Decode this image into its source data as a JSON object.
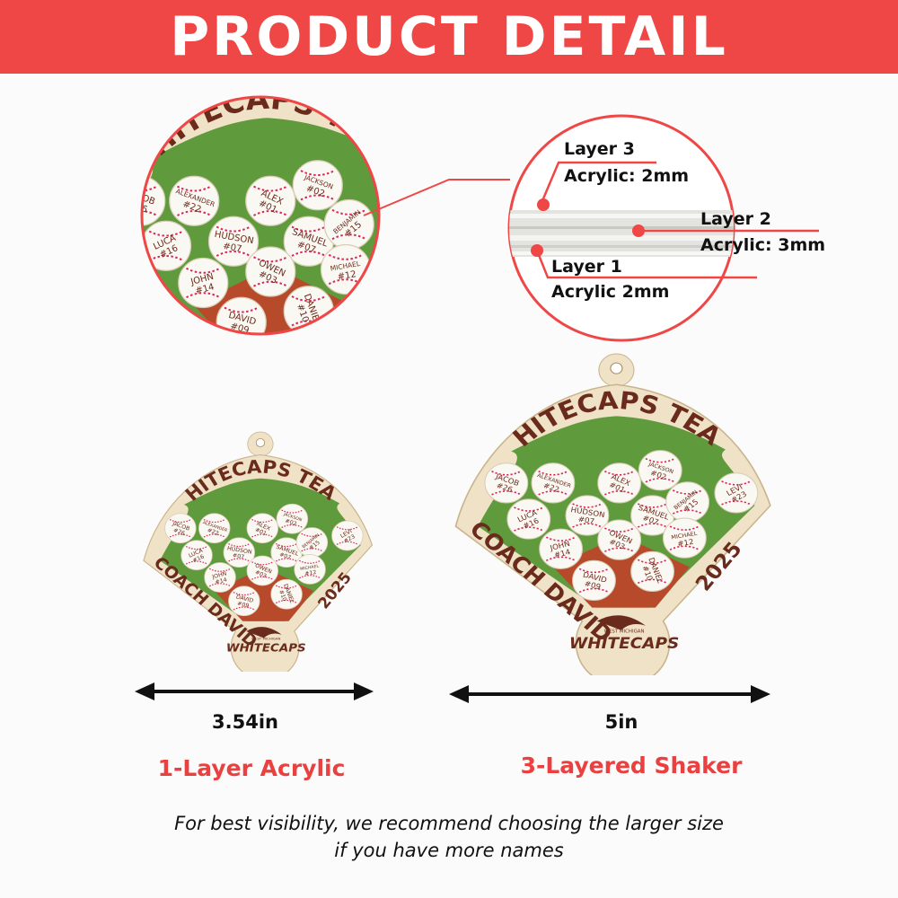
{
  "header": {
    "title": "PRODUCT DETAIL"
  },
  "colors": {
    "accent": "#ef4646",
    "wood": "#efe2c6",
    "engrave": "#6b2b1c",
    "field": "#5f9a3c",
    "dirt": "#b84a2c",
    "stitch": "#d9265a"
  },
  "ornament": {
    "team_title": "WHITECAPS TEAM",
    "coach": "COACH DAVID",
    "year": "2025",
    "logo_small": "WEST MICHIGAN",
    "logo_text": "WHITECAPS",
    "players": [
      {
        "name": "JACOB",
        "number": "#26"
      },
      {
        "name": "ALEXANDER",
        "number": "#22"
      },
      {
        "name": "ALEX",
        "number": "#01"
      },
      {
        "name": "JACKSON",
        "number": "#02"
      },
      {
        "name": "LEVI",
        "number": "#23"
      },
      {
        "name": "LUCA",
        "number": "#16"
      },
      {
        "name": "HUDSON",
        "number": "#07"
      },
      {
        "name": "SAMUEL",
        "number": "#07"
      },
      {
        "name": "BENJAMIN",
        "number": "#15"
      },
      {
        "name": "JOHN",
        "number": "#14"
      },
      {
        "name": "OWEN",
        "number": "#03"
      },
      {
        "name": "MICHAEL",
        "number": "#12"
      },
      {
        "name": "DAVID",
        "number": "#09"
      },
      {
        "name": "DANIEL",
        "number": "#10"
      }
    ]
  },
  "layers": {
    "layer3": {
      "title": "Layer 3",
      "spec": "Acrylic: 2mm"
    },
    "layer2": {
      "title": "Layer 2",
      "spec": "Acrylic: 3mm"
    },
    "layer1": {
      "title": "Layer 1",
      "spec": "Acrylic 2mm"
    }
  },
  "sizes": [
    {
      "dimension": "3.54in",
      "variant": "1-Layer Acrylic"
    },
    {
      "dimension": "5in",
      "variant": "3-Layered Shaker"
    }
  ],
  "note": {
    "line1": "For best visibility, we recommend choosing the larger size",
    "line2": "if you have more names"
  }
}
